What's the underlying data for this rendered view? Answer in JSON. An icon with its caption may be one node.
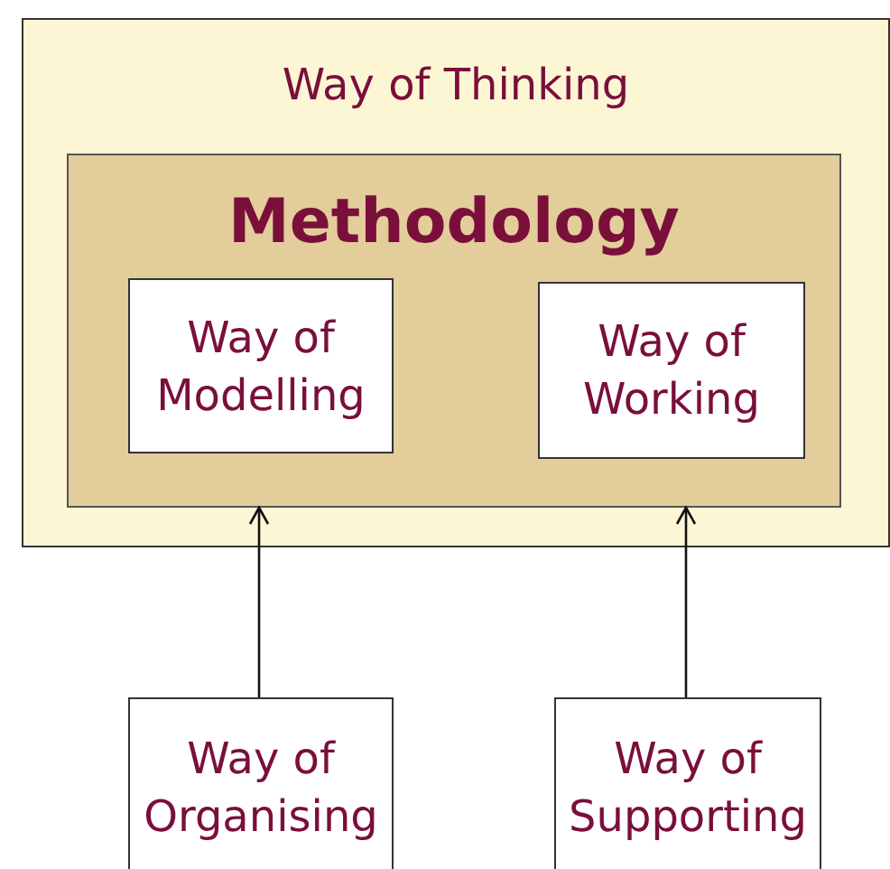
{
  "diagram": {
    "nodes": [
      {
        "text": [
          "Way of Thinking"
        ]
      },
      {
        "text": [
          "Methodology"
        ],
        "in": 0
      },
      {
        "text": [
          "Way of Modelling"
        ],
        "in": 1
      },
      {
        "text": [
          "Way of Working"
        ],
        "in": 1
      },
      {
        "text": [
          "Way of Organising"
        ]
      },
      {
        "text": [
          "Way of Supporting"
        ]
      }
    ],
    "edges": [
      {
        "from": 4,
        "to": 1,
        "arrow": "to"
      },
      {
        "from": 5,
        "to": 1,
        "arrow": "to"
      }
    ]
  }
}
